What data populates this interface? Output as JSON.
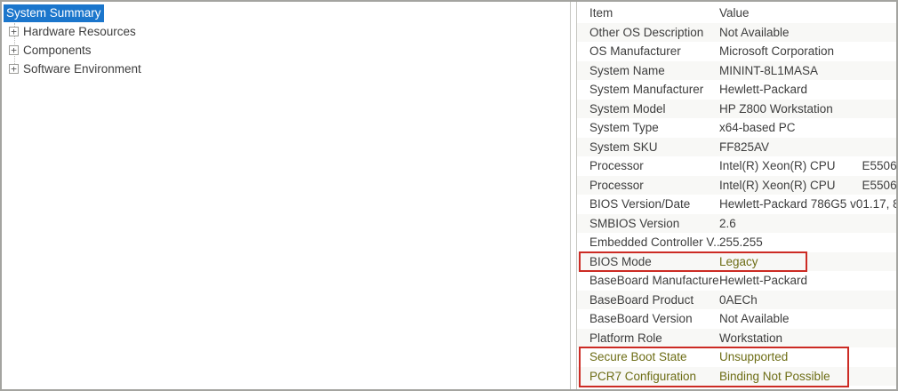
{
  "colors": {
    "selection_bg": "#1b76cc",
    "selection_fg": "#ffffff",
    "annotation_red": "#cc2b24",
    "flagged_text": "#6d6d15"
  },
  "left_pane": {
    "selected_item": {
      "label": "System Summary"
    },
    "expand_glyph": "+",
    "tree_items": [
      {
        "label": "Hardware Resources"
      },
      {
        "label": "Components"
      },
      {
        "label": "Software Environment"
      }
    ]
  },
  "right_pane": {
    "columns": {
      "item": "Item",
      "value": "Value"
    },
    "rows": [
      {
        "item": "Other OS Description",
        "value": "Not Available",
        "flag": null
      },
      {
        "item": "OS Manufacturer",
        "value": "Microsoft Corporation",
        "flag": null
      },
      {
        "item": "System Name",
        "value": "MININT-8L1MASA",
        "flag": null
      },
      {
        "item": "System Manufacturer",
        "value": "Hewlett-Packard",
        "flag": null
      },
      {
        "item": "System Model",
        "value": "HP Z800 Workstation",
        "flag": null
      },
      {
        "item": "System Type",
        "value": "x64-based PC",
        "flag": null
      },
      {
        "item": "System SKU",
        "value": "FF825AV",
        "flag": null
      },
      {
        "item": "Processor",
        "value": "Intel(R) Xeon(R) CPU        E5506",
        "flag": null
      },
      {
        "item": "Processor",
        "value": "Intel(R) Xeon(R) CPU        E5506",
        "flag": null
      },
      {
        "item": "BIOS Version/Date",
        "value": "Hewlett-Packard 786G5 v01.17, 8/",
        "flag": null
      },
      {
        "item": "SMBIOS Version",
        "value": "2.6",
        "flag": null
      },
      {
        "item": "Embedded Controller V...",
        "value": "255.255",
        "flag": null
      },
      {
        "item": "BIOS Mode",
        "value": "Legacy",
        "flag": "value"
      },
      {
        "item": "BaseBoard Manufacturer",
        "value": "Hewlett-Packard",
        "flag": null
      },
      {
        "item": "BaseBoard Product",
        "value": "0AECh",
        "flag": null
      },
      {
        "item": "BaseBoard Version",
        "value": "Not Available",
        "flag": null
      },
      {
        "item": "Platform Role",
        "value": "Workstation",
        "flag": null
      },
      {
        "item": "Secure Boot State",
        "value": "Unsupported",
        "flag": "row"
      },
      {
        "item": "PCR7 Configuration",
        "value": "Binding Not Possible",
        "flag": "row"
      }
    ]
  }
}
